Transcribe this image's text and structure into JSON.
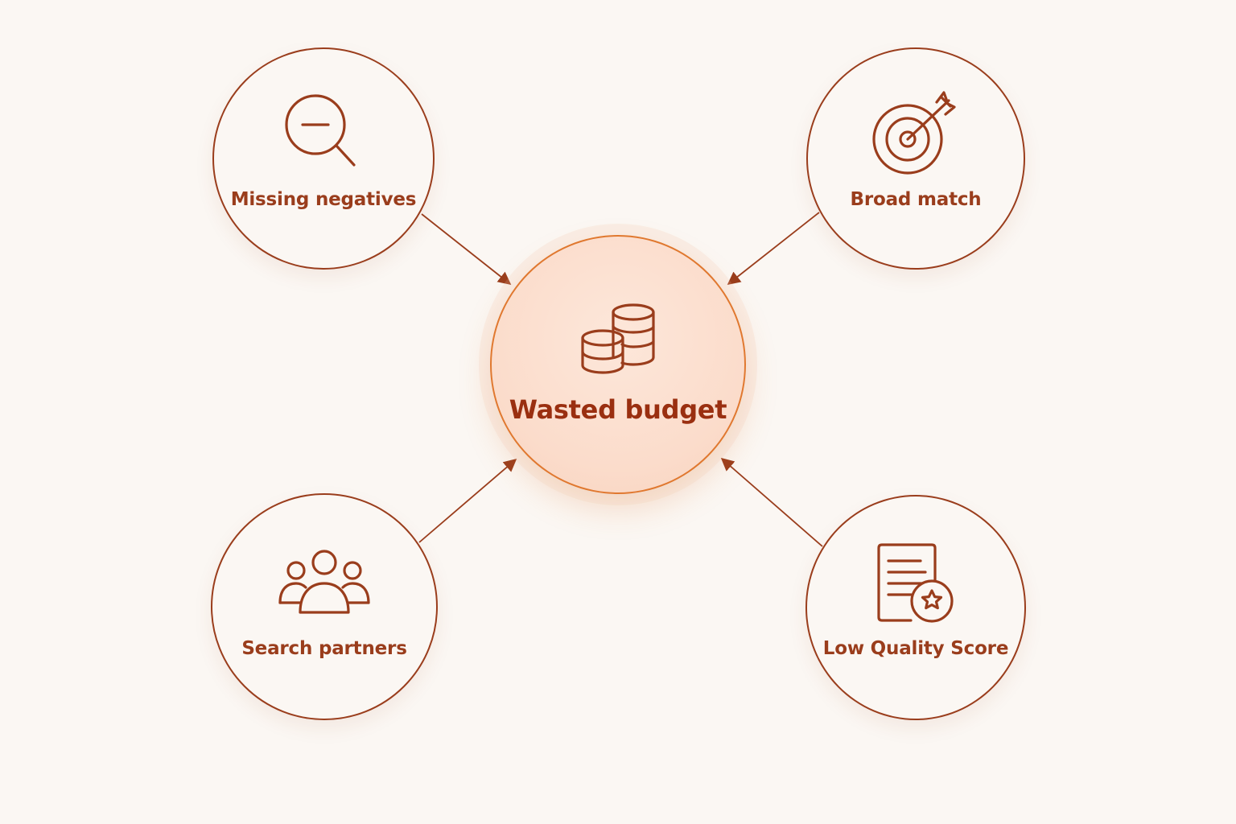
{
  "diagram": {
    "center": {
      "label": "Wasted budget",
      "icon": "coins-stack-icon"
    },
    "causes": [
      {
        "label": "Missing negatives",
        "icon": "search-minus-icon"
      },
      {
        "label": "Broad match",
        "icon": "target-icon"
      },
      {
        "label": "Search partners",
        "icon": "people-group-icon"
      },
      {
        "label": "Low Quality Score",
        "icon": "document-star-icon"
      }
    ]
  },
  "colors": {
    "background": "#fbf7f3",
    "stroke": "#9a3d1c",
    "center_border": "#e0782f",
    "center_fill": "#fbdccb",
    "center_text": "#9a2f10"
  }
}
